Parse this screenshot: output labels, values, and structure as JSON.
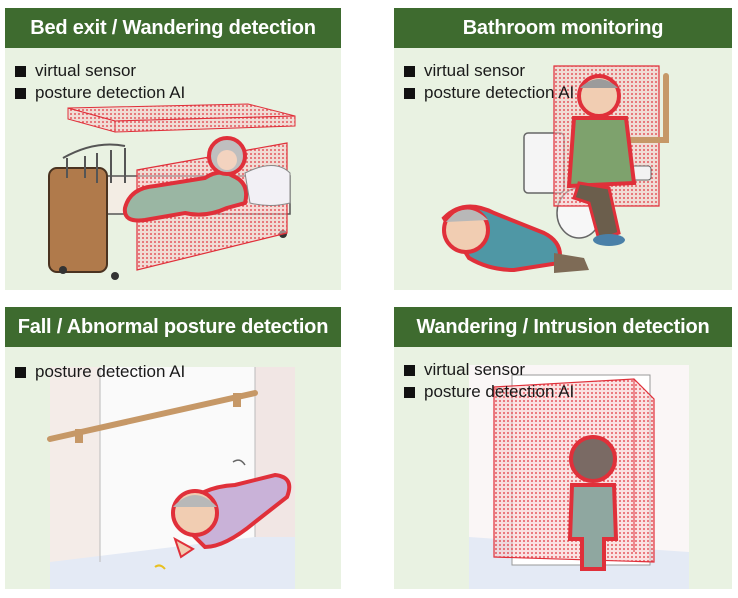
{
  "panels": [
    {
      "title": "Bed exit / Wandering detection",
      "legend": [
        "virtual sensor",
        "posture detection AI"
      ]
    },
    {
      "title": "Bathroom monitoring",
      "legend": [
        "virtual sensor",
        "posture detection AI"
      ]
    },
    {
      "title": "Fall / Abnormal posture detection",
      "legend": [
        "posture detection AI"
      ]
    },
    {
      "title": "Wandering / Intrusion detection",
      "legend": [
        "virtual sensor",
        "posture detection AI"
      ]
    }
  ],
  "colors": {
    "header_bg": "#3e6b2f",
    "panel_bg": "#e9f2e2",
    "sensor_red": "#e0303a"
  }
}
